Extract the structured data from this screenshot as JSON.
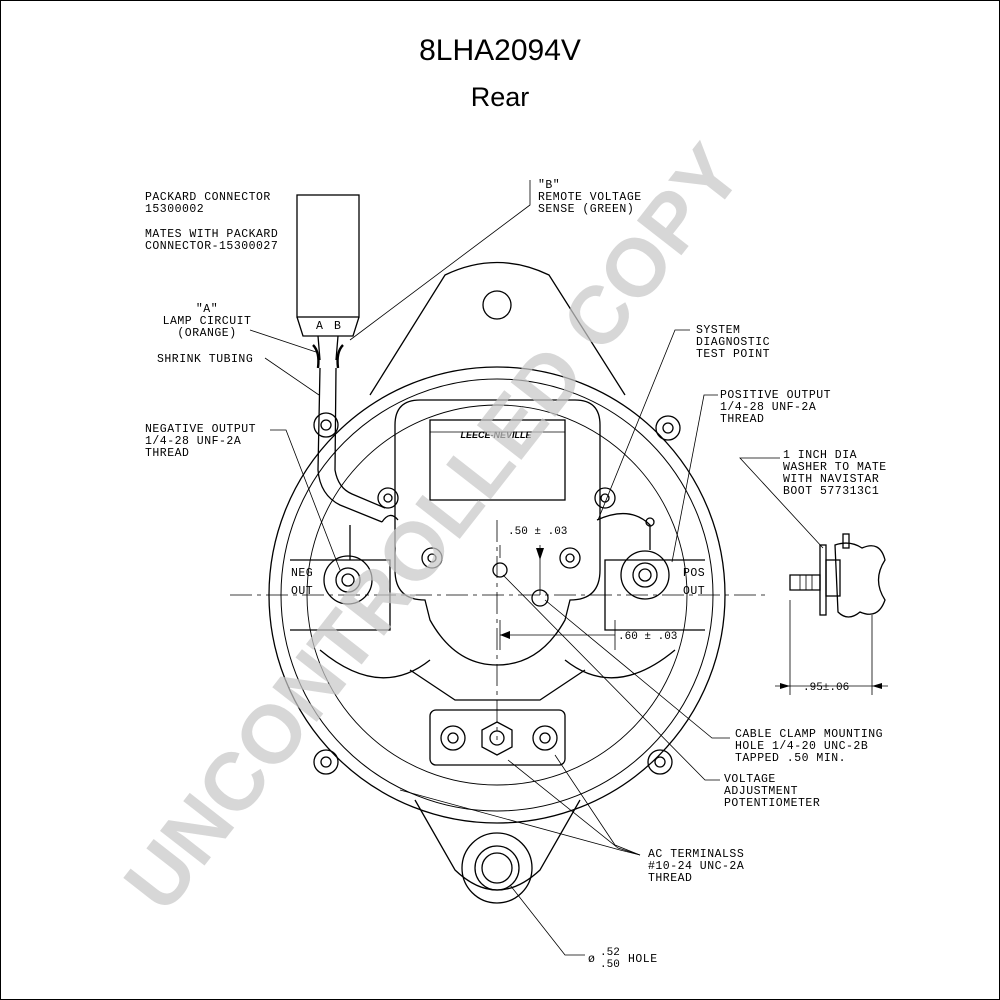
{
  "header": {
    "model": "8LHA2094V",
    "view": "Rear"
  },
  "labels": {
    "packard_connector": [
      "PACKARD CONNECTOR",
      "15300002"
    ],
    "mates_with": [
      "MATES WITH PACKARD",
      "CONNECTOR-15300027"
    ],
    "remote_voltage_sense": [
      "\"B\"",
      "REMOTE VOLTAGE",
      "SENSE (GREEN)"
    ],
    "lamp_circuit": [
      "\"A\"",
      "LAMP CIRCUIT",
      "(ORANGE)"
    ],
    "shrink_tubing": [
      "SHRINK TUBING"
    ],
    "system_diagnostic": [
      "SYSTEM",
      "DIAGNOSTIC",
      "TEST POINT"
    ],
    "positive_output": [
      "POSITIVE OUTPUT",
      "1/4-28 UNF-2A",
      "THREAD"
    ],
    "negative_output": [
      "NEGATIVE OUTPUT",
      "1/4-28 UNF-2A",
      "THREAD"
    ],
    "washer": [
      "1 INCH DIA",
      "WASHER TO MATE",
      "WITH NAVISTAR",
      "BOOT 577313C1"
    ],
    "cable_clamp": [
      "CABLE CLAMP MOUNTING",
      "HOLE 1/4-20 UNC-2B",
      "TAPPED .50 MIN."
    ],
    "voltage_adjust": [
      "VOLTAGE",
      "ADJUSTMENT",
      "POTENTIOMETER"
    ],
    "ac_terminals": [
      "AC TERMINALSS",
      "#10-24 UNC-2A",
      "THREAD"
    ],
    "hole_prefix": "ø",
    "hole_upper": ".52",
    "hole_lower": ".50",
    "hole_suffix": "HOLE"
  },
  "pins": {
    "a": "A",
    "b": "B"
  },
  "terminal_marks": {
    "neg_top": "NEG",
    "neg_bottom": "OUT",
    "pos_top": "POS",
    "pos_bottom": "OUT"
  },
  "dimensions": {
    "vertical": ".50 ± .03",
    "horizontal": ".60 ± .03",
    "washer_offset": ".95±.06"
  },
  "regulator_logo": "LEECE-NEVILLE",
  "watermark": "UNCONTROLLED COPY",
  "colors": {
    "line": "#000000",
    "watermark": "#c8c8c8"
  }
}
